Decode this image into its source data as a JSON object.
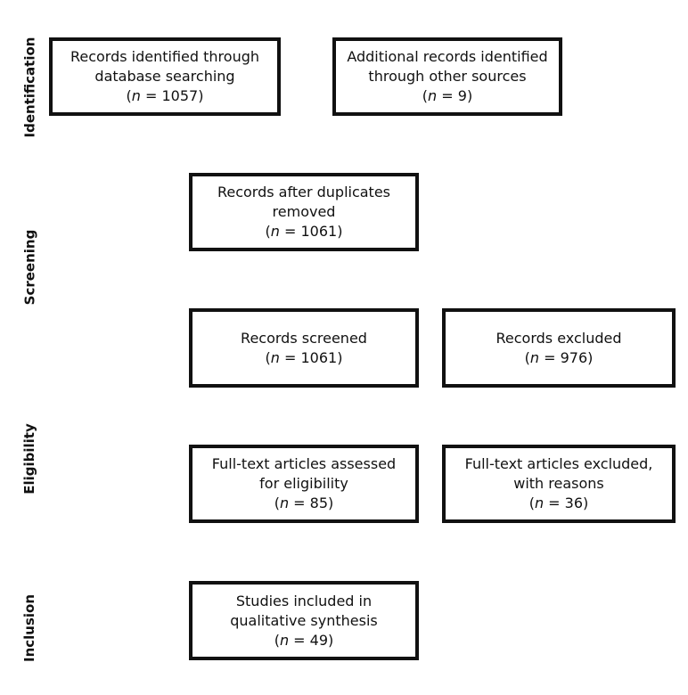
{
  "stages": {
    "identification": "Identification",
    "screening": "Screening",
    "eligibility": "Eligibility",
    "inclusion": "Inclusion"
  },
  "boxes": {
    "database": {
      "lines": [
        "Records identified through",
        "database searching"
      ],
      "n_label": "n",
      "n_value": " = 1057"
    },
    "other_sources": {
      "lines": [
        "Additional records identified",
        "through other sources"
      ],
      "n_label": "n",
      "n_value": " = 9"
    },
    "duplicates_removed": {
      "lines": [
        "Records after duplicates",
        "removed"
      ],
      "n_label": "n",
      "n_value": " = 1061"
    },
    "screened": {
      "lines": [
        "Records screened"
      ],
      "n_label": "n",
      "n_value": " = 1061"
    },
    "excluded": {
      "lines": [
        "Records excluded"
      ],
      "n_label": "n",
      "n_value": " = 976"
    },
    "fulltext_assessed": {
      "lines": [
        "Full-text articles assessed",
        "for eligibility"
      ],
      "n_label": "n",
      "n_value": " = 85"
    },
    "fulltext_excluded": {
      "lines": [
        "Full-text articles excluded,",
        "with reasons"
      ],
      "n_label": "n",
      "n_value": " = 36"
    },
    "included": {
      "lines": [
        "Studies included in",
        "qualitative synthesis"
      ],
      "n_label": "n",
      "n_value": " = 49"
    }
  }
}
